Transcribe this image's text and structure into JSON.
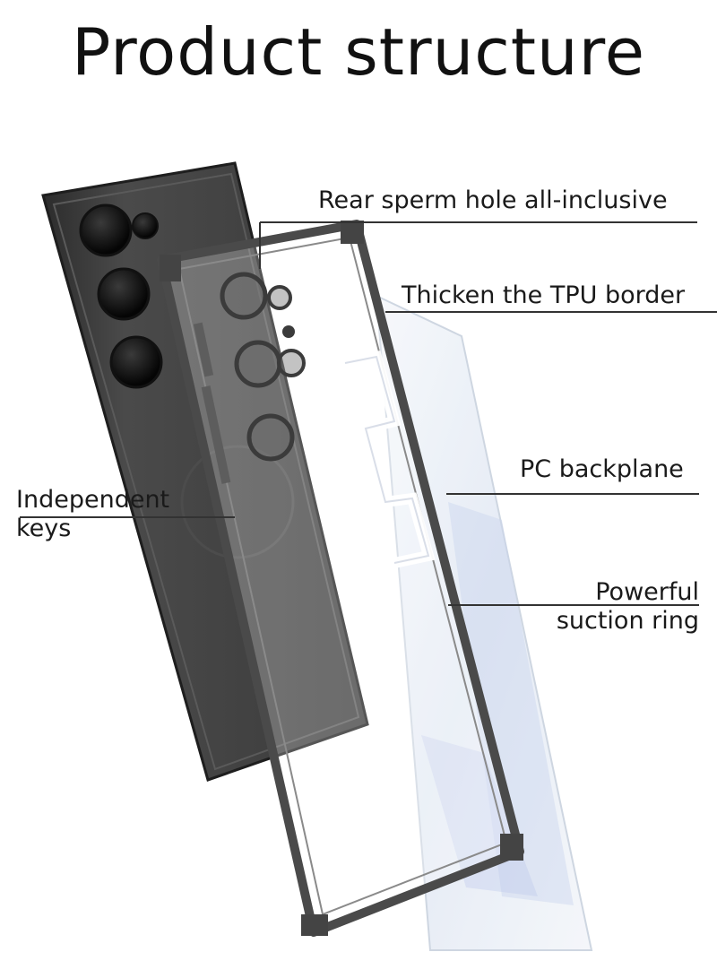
{
  "title": "Product structure",
  "callouts": {
    "rear_hole": "Rear sperm hole all-inclusive",
    "tpu_border": "Thicken the TPU border",
    "pc_backplane": "PC backplane",
    "suction_ring_line1": "Powerful",
    "suction_ring_line2": "suction ring",
    "keys_line1": "Independent",
    "keys_line2": "keys"
  },
  "colors": {
    "phone_body": "#3a3a3a",
    "case_frame": "#5a5a5a",
    "backplane_tint": "#dde6f3",
    "leader_line": "#333333"
  }
}
